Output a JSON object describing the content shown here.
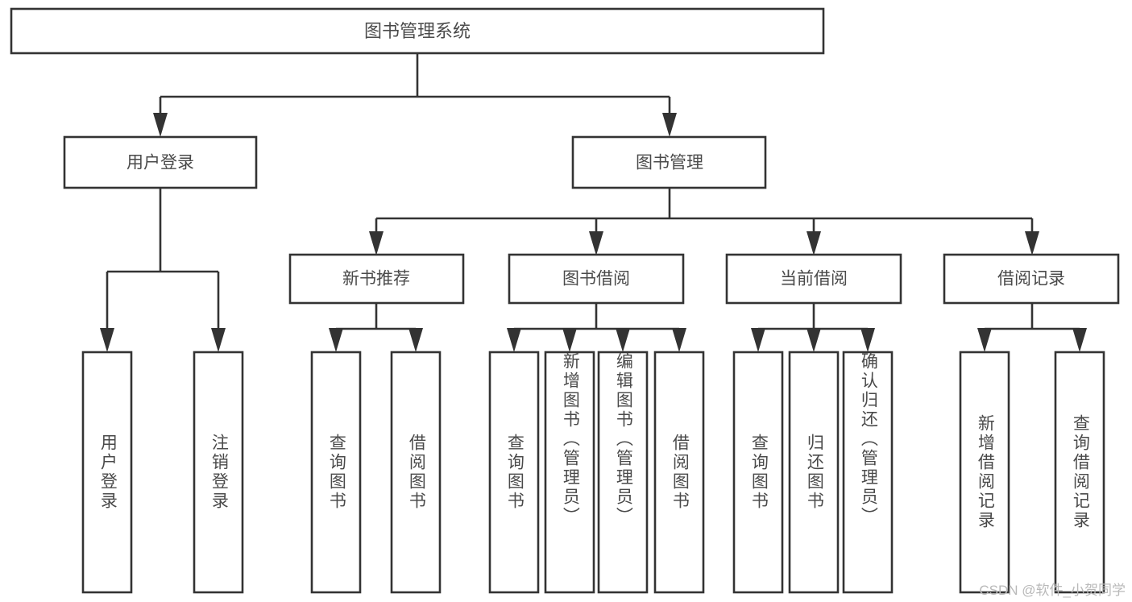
{
  "diagram": {
    "title": "图书管理系统",
    "watermark": "CSDN @软件_小贺同学",
    "root": {
      "label": "图书管理系统"
    },
    "level1": [
      {
        "id": "user-login",
        "label": "用户登录"
      },
      {
        "id": "book-manage",
        "label": "图书管理"
      }
    ],
    "level2": [
      {
        "id": "new-book-recommend",
        "label": "新书推荐",
        "parent": "book-manage"
      },
      {
        "id": "book-borrow",
        "label": "图书借阅",
        "parent": "book-manage"
      },
      {
        "id": "current-borrow",
        "label": "当前借阅",
        "parent": "book-manage"
      },
      {
        "id": "borrow-record",
        "label": "借阅记录",
        "parent": "book-manage"
      }
    ],
    "leaves": [
      {
        "id": "leaf-user-login",
        "label": "用户登录",
        "parent": "user-login"
      },
      {
        "id": "leaf-user-logout",
        "label": "注销登录",
        "parent": "user-login"
      },
      {
        "id": "leaf-query-book-1",
        "label": "查询图书",
        "parent": "new-book-recommend"
      },
      {
        "id": "leaf-borrow-book-1",
        "label": "借阅图书",
        "parent": "new-book-recommend"
      },
      {
        "id": "leaf-query-book-2",
        "label": "查询图书",
        "parent": "book-borrow"
      },
      {
        "id": "leaf-add-book",
        "label": "新增图书（管理员）",
        "parent": "book-borrow"
      },
      {
        "id": "leaf-edit-book",
        "label": "编辑图书（管理员）",
        "parent": "book-borrow"
      },
      {
        "id": "leaf-borrow-book-2",
        "label": "借阅图书",
        "parent": "book-borrow"
      },
      {
        "id": "leaf-query-book-3",
        "label": "查询图书",
        "parent": "current-borrow"
      },
      {
        "id": "leaf-return-book",
        "label": "归还图书",
        "parent": "current-borrow"
      },
      {
        "id": "leaf-confirm-return",
        "label": "确认归还（管理员）",
        "parent": "current-borrow"
      },
      {
        "id": "leaf-add-record",
        "label": "新增借阅记录",
        "parent": "borrow-record"
      },
      {
        "id": "leaf-query-record",
        "label": "查询借阅记录",
        "parent": "borrow-record"
      }
    ],
    "colors": {
      "background": "#ffffff",
      "stroke": "#333333",
      "text": "#4a4a4a",
      "watermark": "#b9b9b9"
    }
  },
  "chart_data": {
    "type": "diagram",
    "subtype": "tree-hierarchy",
    "title": "图书管理系统",
    "orientation": "top-down",
    "levels": 4,
    "nodes": [
      {
        "level": 0,
        "label": "图书管理系统",
        "children": [
          "用户登录",
          "图书管理"
        ]
      },
      {
        "level": 1,
        "label": "用户登录",
        "children": [
          "用户登录",
          "注销登录"
        ]
      },
      {
        "level": 1,
        "label": "图书管理",
        "children": [
          "新书推荐",
          "图书借阅",
          "当前借阅",
          "借阅记录"
        ]
      },
      {
        "level": 2,
        "label": "新书推荐",
        "children": [
          "查询图书",
          "借阅图书"
        ]
      },
      {
        "level": 2,
        "label": "图书借阅",
        "children": [
          "查询图书",
          "新增图书（管理员）",
          "编辑图书（管理员）",
          "借阅图书"
        ]
      },
      {
        "level": 2,
        "label": "当前借阅",
        "children": [
          "查询图书",
          "归还图书",
          "确认归还（管理员）"
        ]
      },
      {
        "level": 2,
        "label": "借阅记录",
        "children": [
          "新增借阅记录",
          "查询借阅记录"
        ]
      }
    ]
  }
}
